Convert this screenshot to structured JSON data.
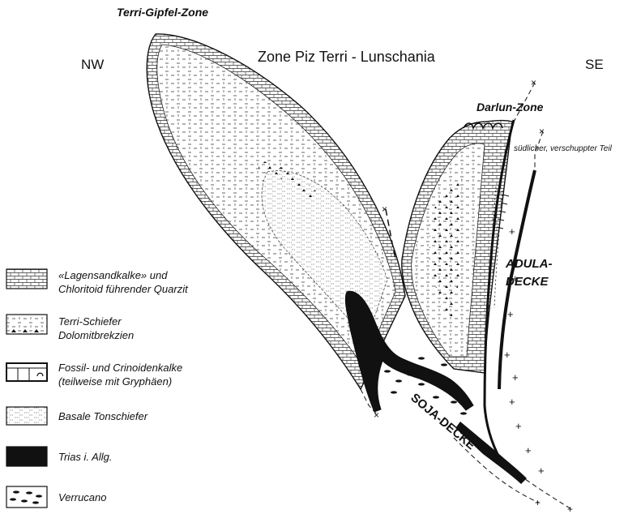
{
  "title": "Zone Piz Terri - Lunschania",
  "labels": {
    "nw": "NW",
    "se": "SE",
    "terri_gipfel": "Terri-Gipfel-Zone",
    "darlun": "Darlun-Zone",
    "suedlicher": "südlicher, verschuppter Teil",
    "adula_1": "ADULA-",
    "adula_2": "DECKE",
    "soja": "SOJA-DECKE"
  },
  "legend": [
    {
      "id": "lagensandkalke",
      "line1": "«Lagensandkalke» und",
      "line2": "Chloritoid führender Quarzit"
    },
    {
      "id": "terri-schiefer",
      "line1": "Terri-Schiefer",
      "line2": "Dolomitbrekzien"
    },
    {
      "id": "fossilkalke",
      "line1": "Fossil- und Crinoidenkalke",
      "line2": "(teilweise mit Gryphäen)"
    },
    {
      "id": "tonschiefer",
      "line1": "Basale Tonschiefer",
      "line2": ""
    },
    {
      "id": "trias",
      "line1": "Trias i. Allg.",
      "line2": ""
    },
    {
      "id": "verrucano",
      "line1": "Verrucano",
      "line2": ""
    }
  ],
  "colors": {
    "ink": "#111111",
    "paper": "#ffffff"
  }
}
